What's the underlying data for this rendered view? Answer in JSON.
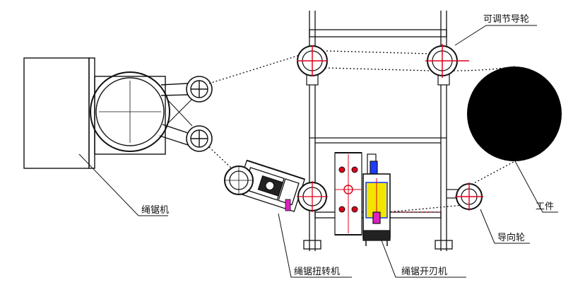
{
  "labels": {
    "wire_saw": "绳锯机",
    "adjustable_guide_wheel": "可调节导轮",
    "workpiece": "工件",
    "guide_wheel": "导向轮",
    "twist_machine": "绳锯扭转机",
    "opener_machine": "绳锯开刃机"
  },
  "colors": {
    "line": "#111111",
    "center_mark": "#e0001b",
    "highlight_blue": "#1e3cff",
    "highlight_yellow": "#f2e600",
    "highlight_magenta": "#e020c0",
    "workpiece_fill": "#000000"
  }
}
